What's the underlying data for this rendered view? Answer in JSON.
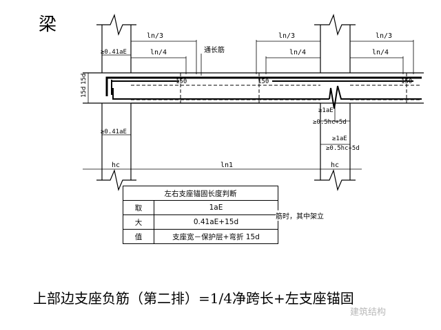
{
  "heading": "梁",
  "labels": {
    "ln3_a": "ln/3",
    "ln3_b": "ln/3",
    "ln3_c": "ln/3",
    "ln4_a": "ln/4",
    "ln4_b": "ln/4",
    "ln4_c": "ln/4",
    "through_bar": "通长筋",
    "s150_a": "150",
    "s150_b": "150",
    "s150_c": "150",
    "anchor_top": "≥0.41aE",
    "anchor_bottom": "≥0.41aE",
    "dim_15d": "15d",
    "dim_15d_b": "15d",
    "la1": "≥1aE",
    "hc1": "≥0.5hc+5d",
    "la2": "≥1aE",
    "hc2": "≥0.5hc+5d",
    "hc_left": "hc",
    "hc_right": "hc",
    "ln1": "ln1"
  },
  "table": {
    "title": "左右支座锚固长度判断",
    "side": [
      "取",
      "大",
      "值"
    ],
    "rows": [
      "1aE",
      "0.41aE+15d",
      "支座宽－保护层+弯折 15d"
    ]
  },
  "note": "筋时，其中架立",
  "formula": "上部边支座负筋（第二排）=1/4净跨长+左支座锚固",
  "watermark": "建筑结构"
}
